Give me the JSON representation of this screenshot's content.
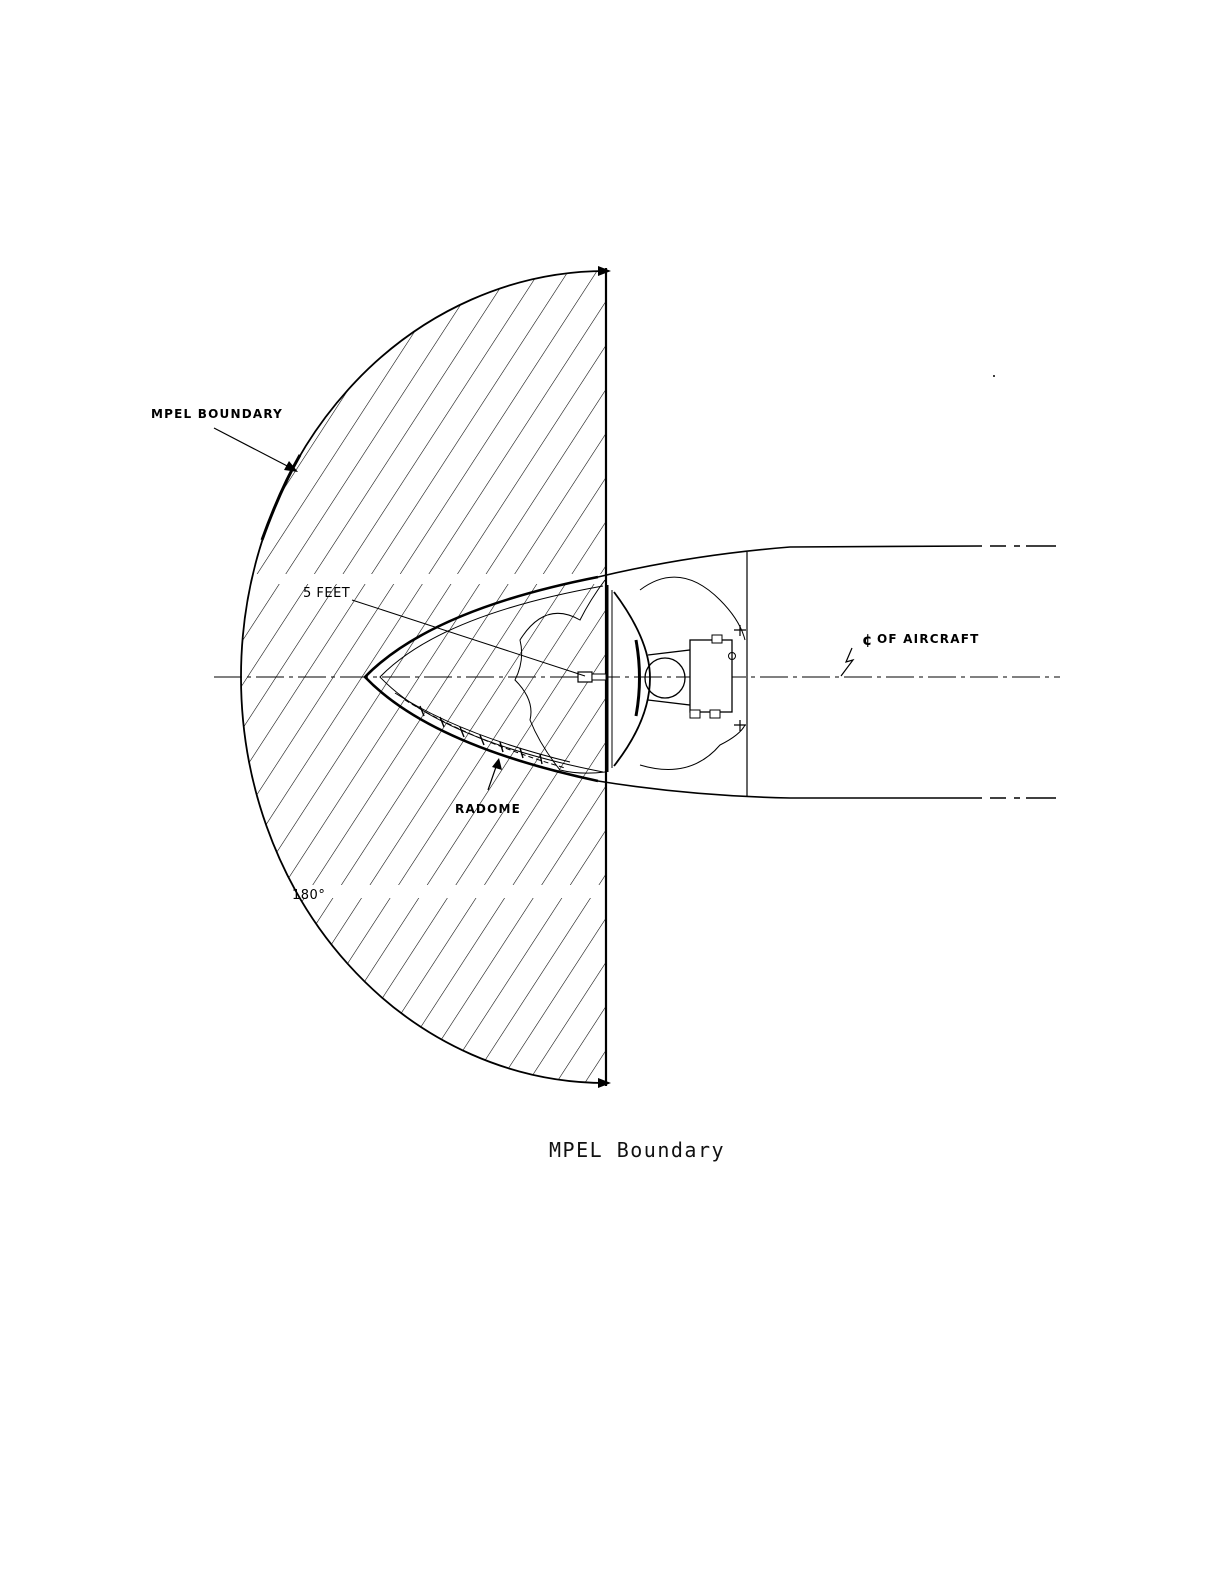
{
  "labels": {
    "mpel_boundary": "MPEL BOUNDARY",
    "five_feet": "5 FEET",
    "centerline_symbol": "¢",
    "centerline": "OF AIRCRAFT",
    "radome": "RADOME",
    "angle": "180°"
  },
  "caption": "MPEL Boundary",
  "colors": {
    "ink": "#000000",
    "background": "#ffffff"
  }
}
